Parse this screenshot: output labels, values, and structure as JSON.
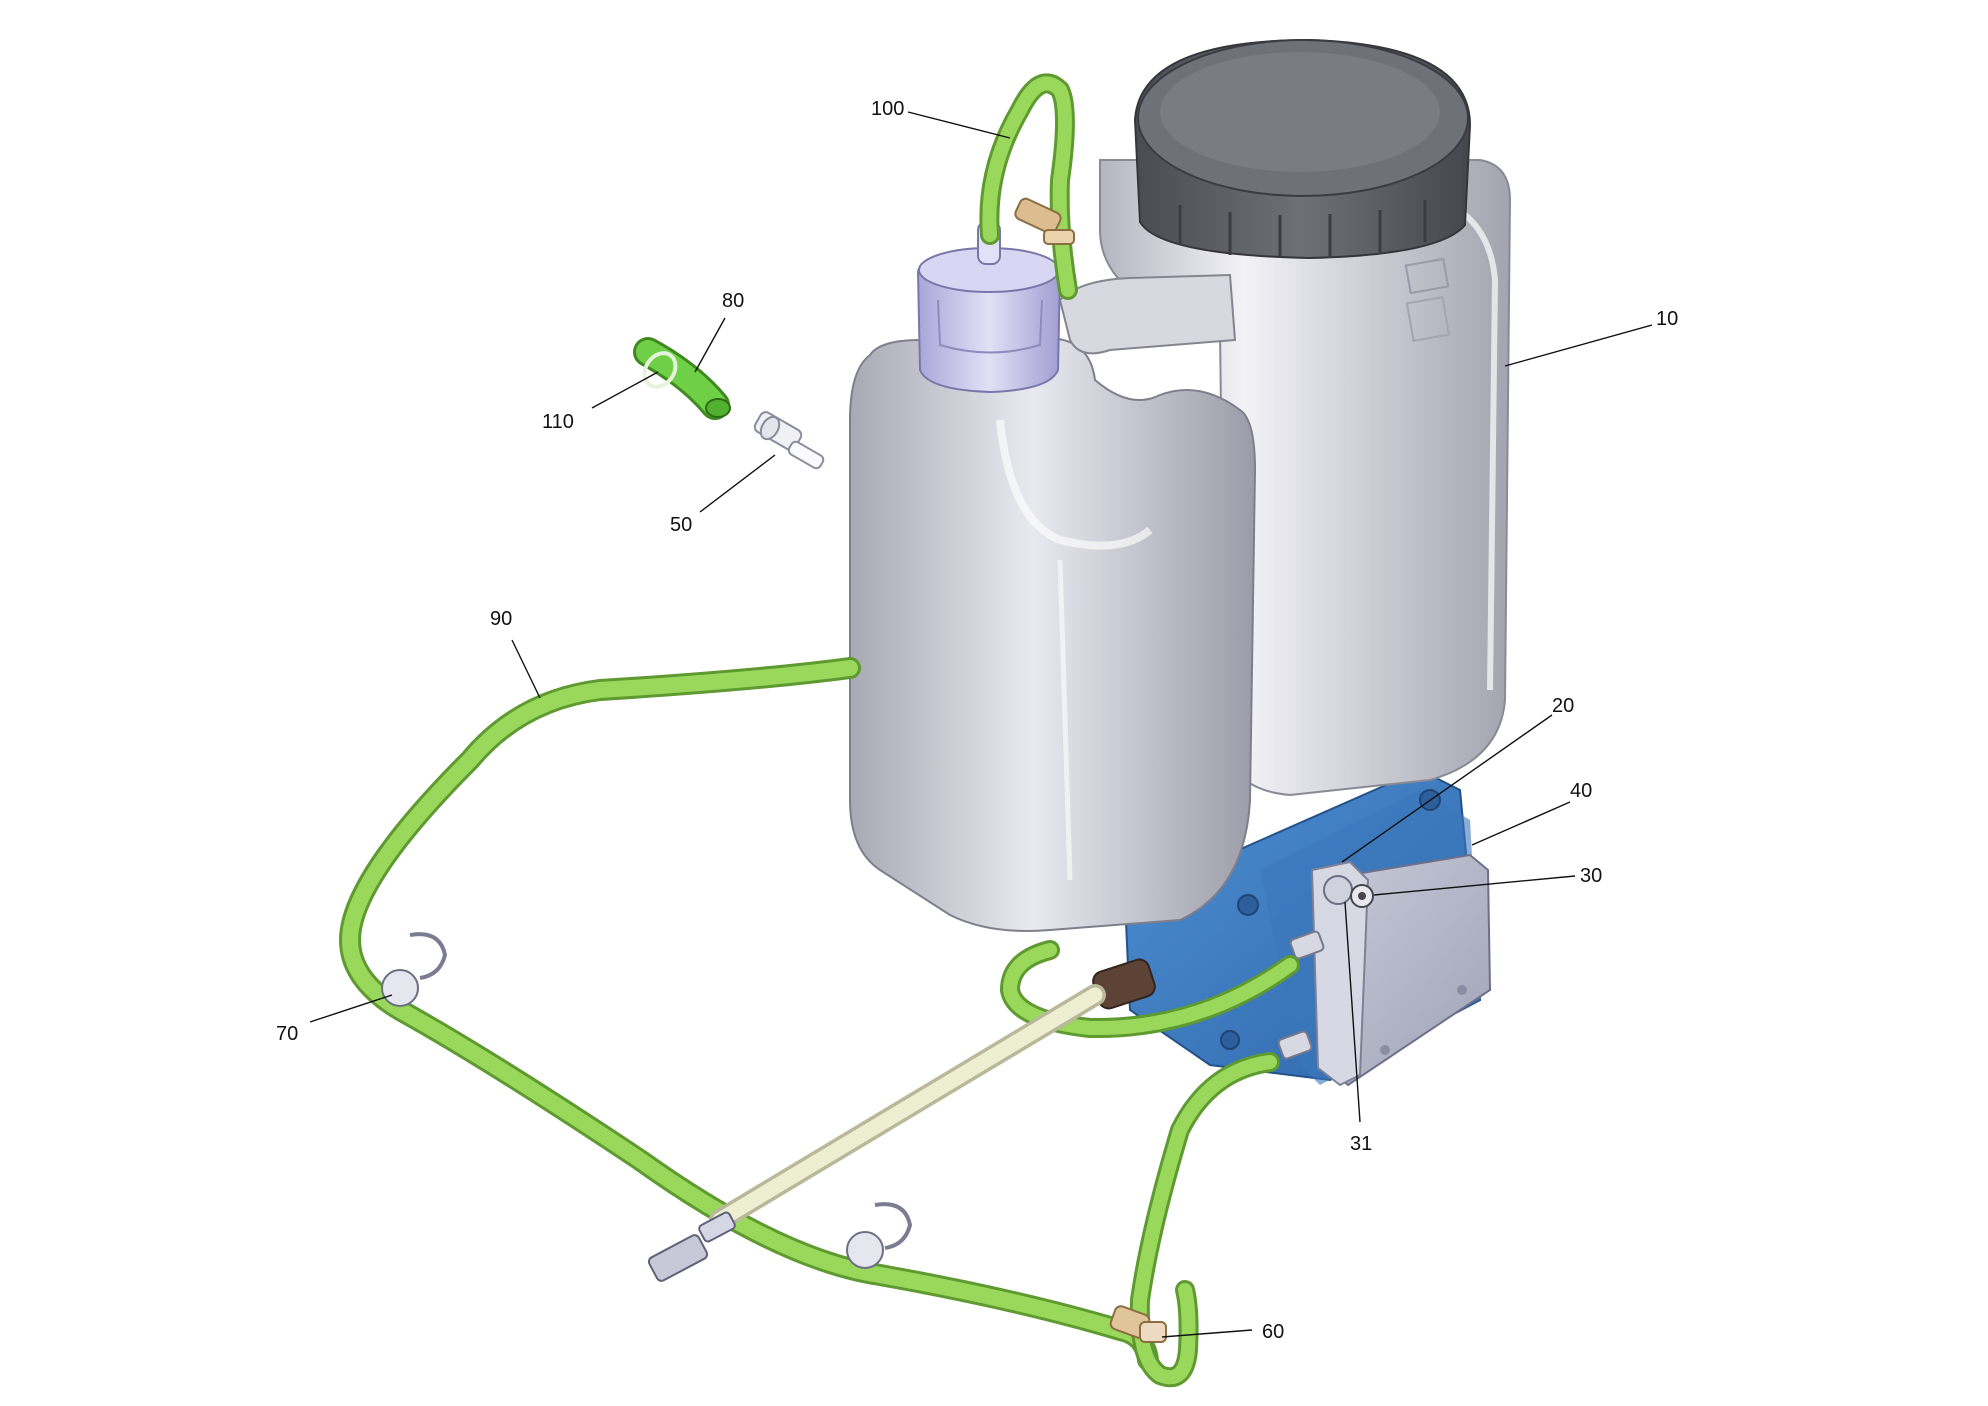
{
  "callouts": {
    "c10": "10",
    "c20": "20",
    "c30": "30",
    "c31": "31",
    "c40": "40",
    "c50": "50",
    "c60": "60",
    "c70": "70",
    "c80": "80",
    "c90": "90",
    "c100": "100",
    "c110": "110"
  },
  "colors": {
    "hose_green": "#8fd14f",
    "tank_grey": "#c9c9d1",
    "cap_dark": "#5b5d63",
    "pump_blue": "#3f7fc4",
    "cover_grey": "#b8bccb",
    "filler_lilac": "#c9c7ea",
    "fitting_tan": "#d9b98c"
  },
  "tank_label_icon": "logo-icon"
}
